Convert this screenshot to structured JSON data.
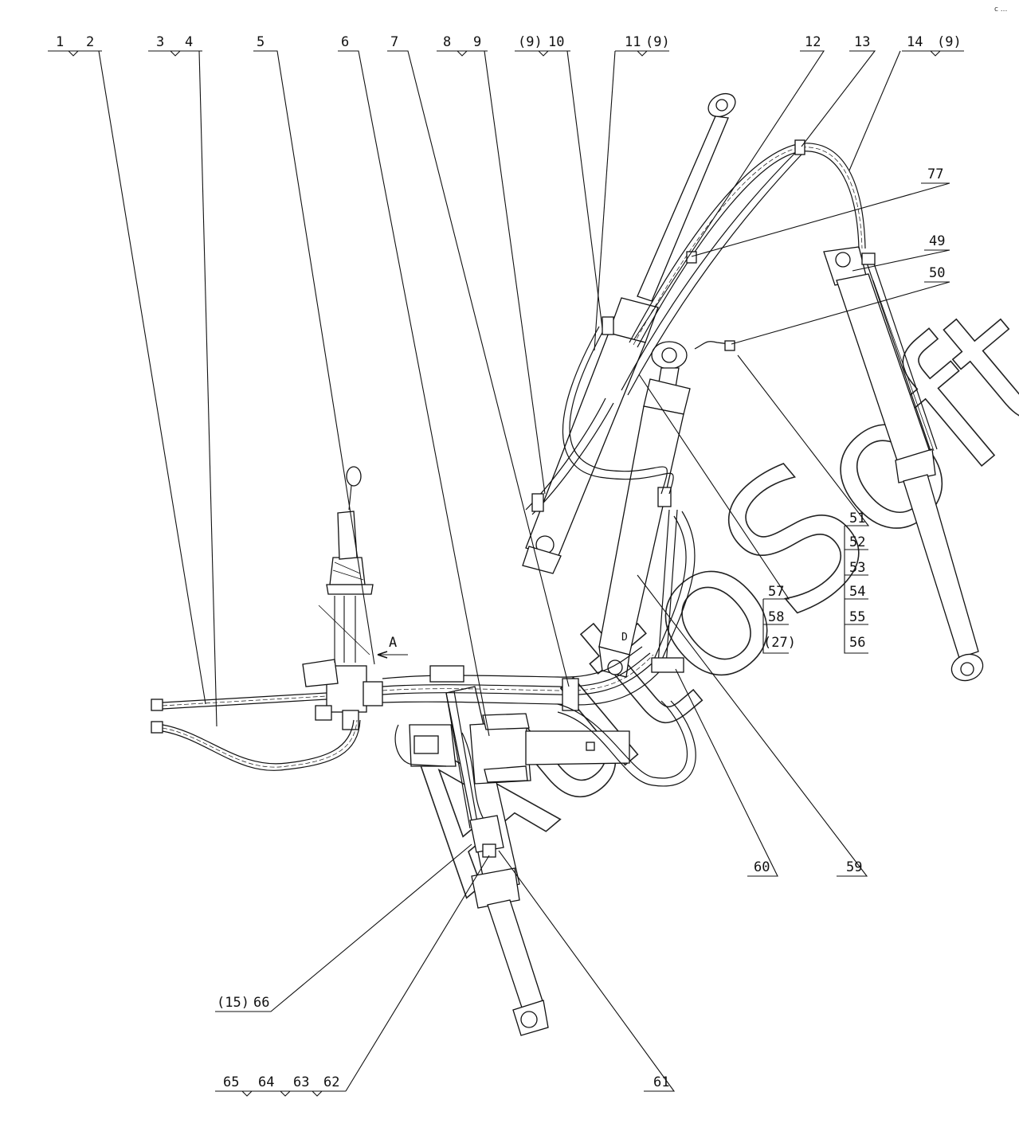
{
  "callouts_top": {
    "c1": "1",
    "c2": "2",
    "c3": "3",
    "c4": "4",
    "c5": "5",
    "c6": "6",
    "c7": "7",
    "c8": "8",
    "c9": "9",
    "c9p_a": "(9)",
    "c10": "10",
    "c11": "11",
    "c9p_b": "(9)",
    "c12": "12",
    "c13": "13",
    "c14": "14",
    "c9p_c": "(9)"
  },
  "callouts_right": {
    "c77": "77",
    "c49": "49",
    "c50": "50",
    "group_51_56": [
      "51",
      "52",
      "53",
      "54",
      "55",
      "56"
    ],
    "group_57": [
      "57",
      "58",
      "(27)"
    ],
    "c59": "59",
    "c60": "60"
  },
  "callouts_bottom": {
    "c15p": "(15)",
    "c66": "66",
    "c61": "61",
    "c65": "65",
    "c64": "64",
    "c63": "63",
    "c62": "62"
  },
  "view_marker": "A",
  "detail_marker": "D",
  "watermark": "AutoSoft",
  "corner_mark": "c ..."
}
